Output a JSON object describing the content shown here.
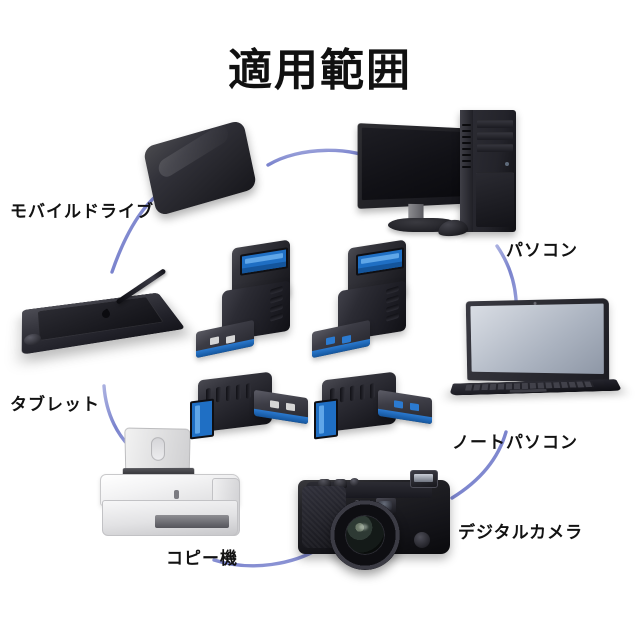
{
  "header": {
    "title": "適用範囲"
  },
  "theme": {
    "background": "#ffffff",
    "arc_color": "#8b93d4",
    "text_color": "#121212",
    "usb_blue": "#1f6fc4",
    "plug_blue": "#2b7ad0",
    "body_black": "#23232a"
  },
  "diagram": {
    "kind": "compatibility-ring",
    "center_product": {
      "name": "usb-3-0-right-angle-adapter",
      "count": 4,
      "variants": [
        {
          "id": "adapter-vertical-grey-contacts",
          "orientation": "vertical-up-angle",
          "position": "center-top-left",
          "contact_color": "#d6d6d6"
        },
        {
          "id": "adapter-vertical-blue-contacts",
          "orientation": "vertical-up-angle",
          "position": "center-top-right",
          "contact_color": "#2b7ad0"
        },
        {
          "id": "adapter-horizontal-grey-contacts",
          "orientation": "horizontal-side-angle",
          "position": "center-bottom-left",
          "contact_color": "#d6d6d6"
        },
        {
          "id": "adapter-horizontal-blue-contacts",
          "orientation": "horizontal-side-angle",
          "position": "center-bottom-right",
          "contact_color": "#2b7ad0"
        }
      ]
    },
    "devices": [
      {
        "id": "mobile-drive",
        "label": "モバイルドライブ",
        "icon": "external-hard-drive-icon"
      },
      {
        "id": "desktop-pc",
        "label": "パソコン",
        "icon": "desktop-computer-icon"
      },
      {
        "id": "tablet",
        "label": "タブレット",
        "icon": "graphics-tablet-icon"
      },
      {
        "id": "notebook-pc",
        "label": "ノートパソコン",
        "icon": "laptop-icon"
      },
      {
        "id": "copy-machine",
        "label": "コピー機",
        "icon": "printer-icon"
      },
      {
        "id": "digital-camera",
        "label": "デジタルカメラ",
        "icon": "camera-icon"
      }
    ]
  }
}
